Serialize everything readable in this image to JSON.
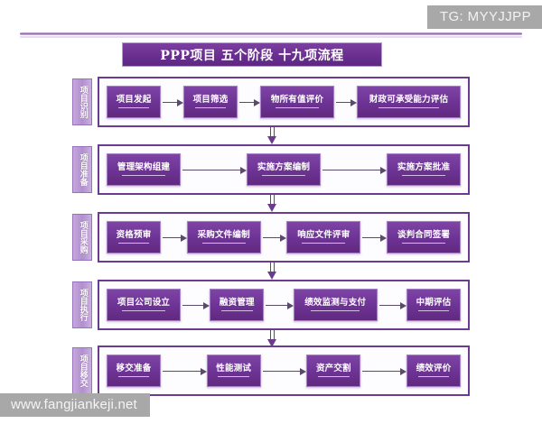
{
  "watermarks": {
    "top_right": "TG: MYYJJPP",
    "bottom_left": "www.fangjiankeji.net"
  },
  "title": "PPP项目 五个阶段 十九项流程",
  "colors": {
    "node_fill": "#6e3496",
    "frame_border": "#6b3b92",
    "stage_label_fill": "#b28fcf",
    "title_banner": "#6a2f90",
    "watermark_bg": "#a8a8a8"
  },
  "stages": [
    {
      "label": "项目识别",
      "steps": [
        "项目发起",
        "项目筛选",
        "物所有值评价",
        "财政可承受能力评估"
      ]
    },
    {
      "label": "项目准备",
      "steps": [
        "管理架构组建",
        "实施方案编制",
        "实施方案批准"
      ]
    },
    {
      "label": "项目采购",
      "steps": [
        "资格预审",
        "采购文件编制",
        "响应文件评审",
        "谈判合同签署"
      ]
    },
    {
      "label": "项目执行",
      "steps": [
        "项目公司设立",
        "融资管理",
        "绩效监测与支付",
        "中期评估"
      ]
    },
    {
      "label": "项目移交",
      "steps": [
        "移交准备",
        "性能测试",
        "资产交割",
        "绩效评价"
      ]
    }
  ]
}
